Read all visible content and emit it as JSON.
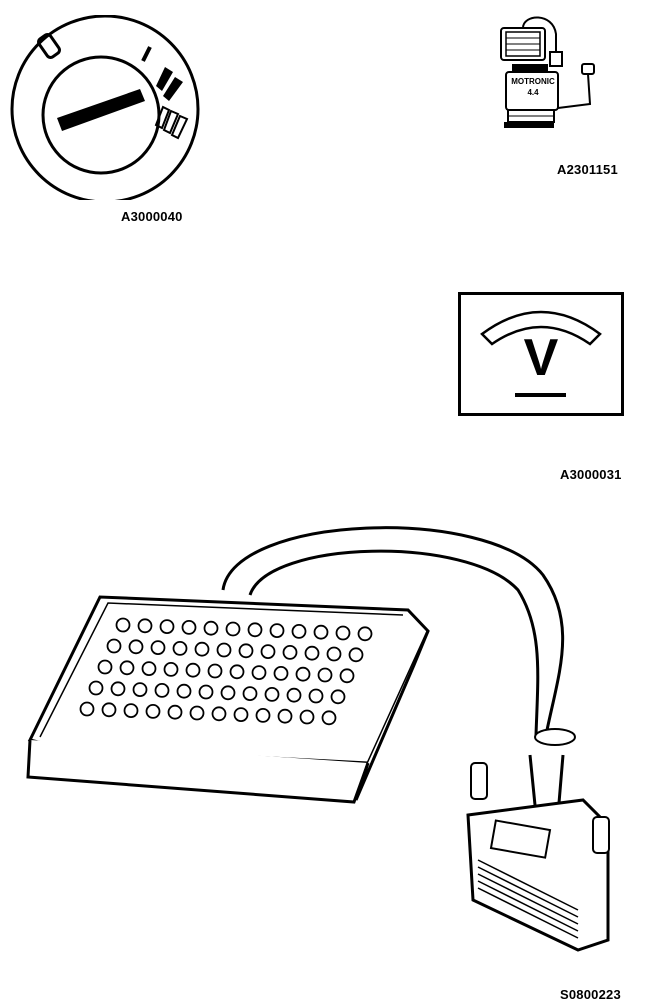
{
  "figures": {
    "ignition_switch": {
      "caption": "A3000040",
      "icon": "ignition-switch"
    },
    "motronic_ecu": {
      "caption": "A2301151",
      "label_line1": "MOTRONIC",
      "label_line2": "4.4",
      "icon": "motronic-control-unit"
    },
    "voltmeter": {
      "caption": "A3000031",
      "symbol": "V",
      "icon": "voltmeter"
    },
    "breakout_box": {
      "caption": "S0800223",
      "icon": "breakout-box-with-cable"
    }
  },
  "colors": {
    "line": "#000000",
    "background": "#ffffff"
  }
}
